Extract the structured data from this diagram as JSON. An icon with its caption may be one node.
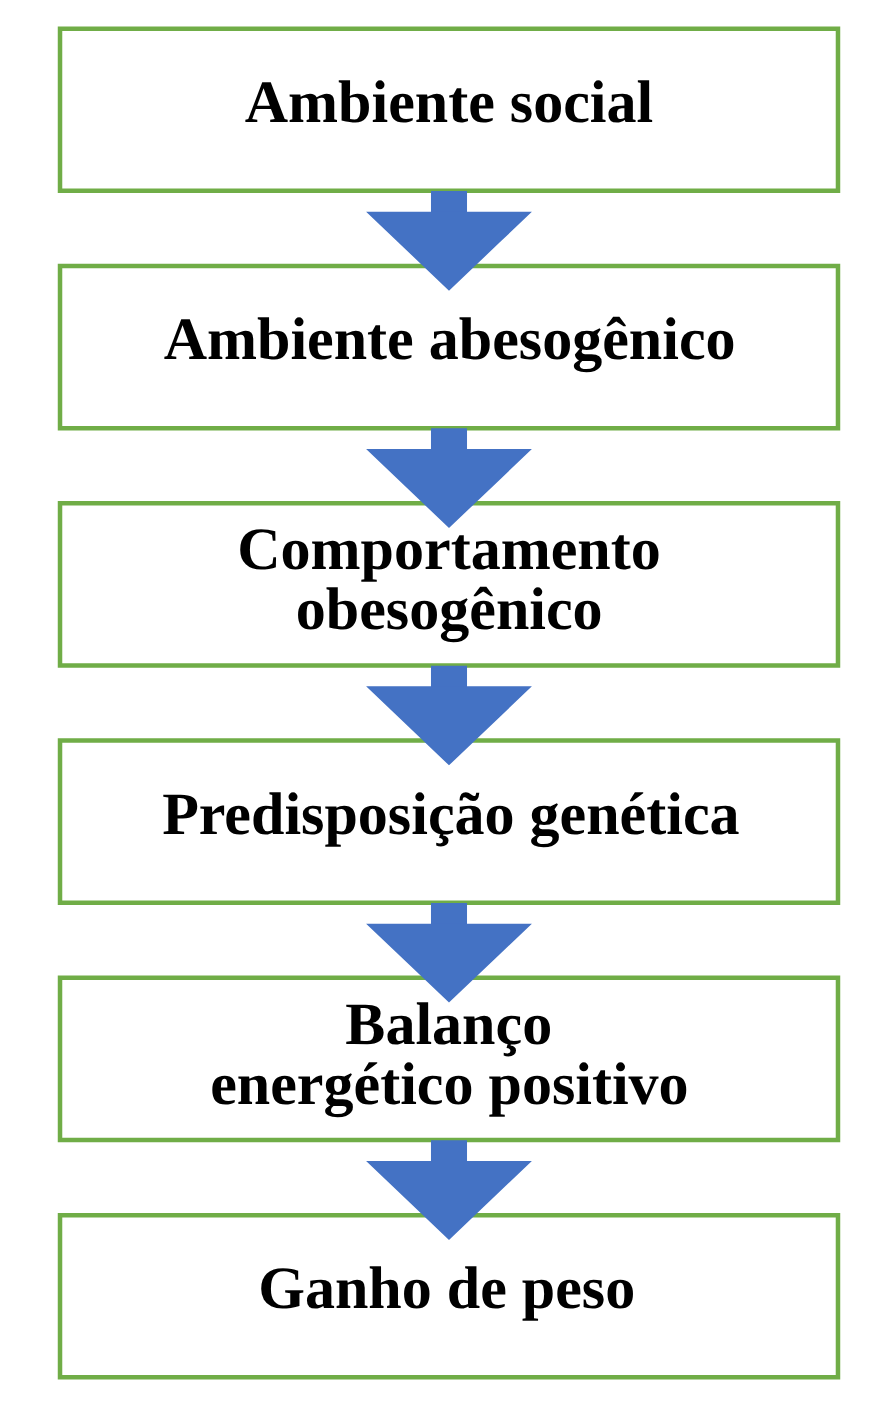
{
  "diagram": {
    "nodes": [
      {
        "text": [
          "Ambiente social"
        ]
      },
      {
        "text": [
          "Ambiente abesogênico"
        ]
      },
      {
        "text": [
          "Comportamento obesogênico"
        ]
      },
      {
        "text": [
          "Predisposição genética"
        ]
      },
      {
        "text": [
          "Balanço energético positivo"
        ]
      },
      {
        "text": [
          "Ganho de peso"
        ]
      }
    ],
    "edges": [
      {
        "from": 0,
        "to": 1,
        "arrow": "to"
      },
      {
        "from": 1,
        "to": 2,
        "arrow": "to"
      },
      {
        "from": 2,
        "to": 3,
        "arrow": "to"
      },
      {
        "from": 3,
        "to": 4,
        "arrow": "to"
      },
      {
        "from": 4,
        "to": 5,
        "arrow": "to"
      }
    ]
  }
}
